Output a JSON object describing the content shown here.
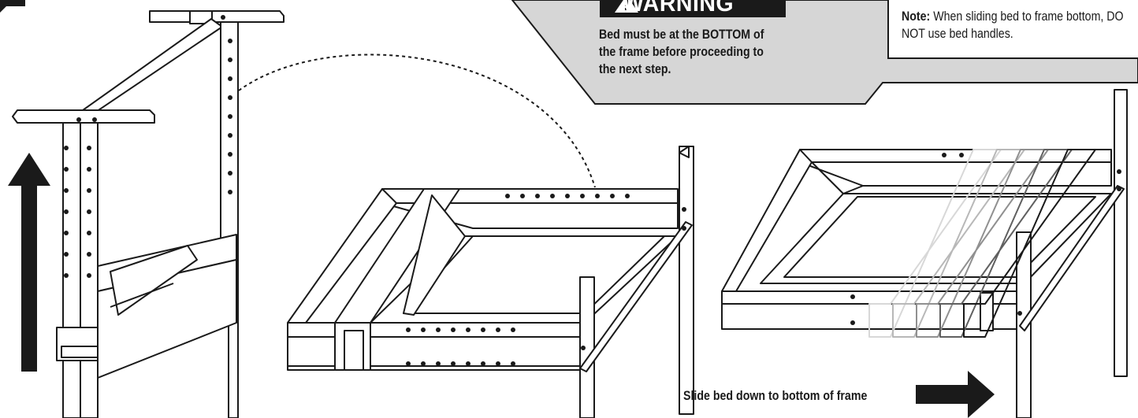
{
  "warning": {
    "title": "WARNING",
    "body": "Bed must be at the BOTTOM of the frame before proceeding to the next step."
  },
  "note": {
    "label": "Note:",
    "body": "When sliding bed to frame bottom, DO NOT use bed handles."
  },
  "caption": "Slide bed down to bottom of frame",
  "colors": {
    "line": "#1a1a1a",
    "warning_panel": "#d6d6d6",
    "warning_badge": "#1a1a1a",
    "arrow": "#1a1a1a"
  }
}
